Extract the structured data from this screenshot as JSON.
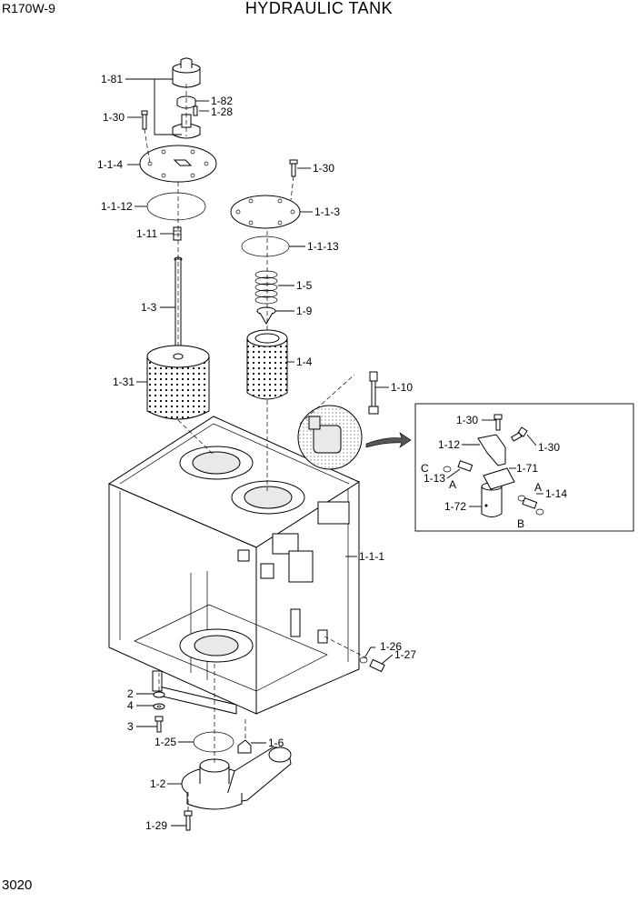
{
  "header": {
    "model": "R170W-9",
    "title": "HYDRAULIC TANK"
  },
  "footer": {
    "page_number": "3020"
  },
  "callouts": {
    "c1_81": "1-81",
    "c1_82": "1-82",
    "c1_28": "1-28",
    "c1_30a": "1-30",
    "c1_1_4": "1-1-4",
    "c1_1_12": "1-1-12",
    "c1_11": "1-11",
    "c1_3": "1-3",
    "c1_31": "1-31",
    "c1_30b": "1-30",
    "c1_1_3": "1-1-3",
    "c1_1_13": "1-1-13",
    "c1_5": "1-5",
    "c1_9": "1-9",
    "c1_4": "1-4",
    "c1_10": "1-10",
    "c1_1_1": "1-1-1",
    "c1_26": "1-26",
    "c1_27": "1-27",
    "c2": "2",
    "c4": "4",
    "c3": "3",
    "c1_25": "1-25",
    "c1_6": "1-6",
    "c1_2": "1-2",
    "c1_29": "1-29"
  },
  "detail": {
    "c1_30a": "1-30",
    "c1_30b": "1-30",
    "c1_12": "1-12",
    "c1_71": "1-71",
    "c1_13": "1-13",
    "c1_14": "1-14",
    "c1_72": "1-72",
    "portC": "C",
    "portA1": "A",
    "portA2": "A",
    "portB": "B"
  },
  "icons": {
    "leader_arrow": "detail-arrow-icon"
  }
}
